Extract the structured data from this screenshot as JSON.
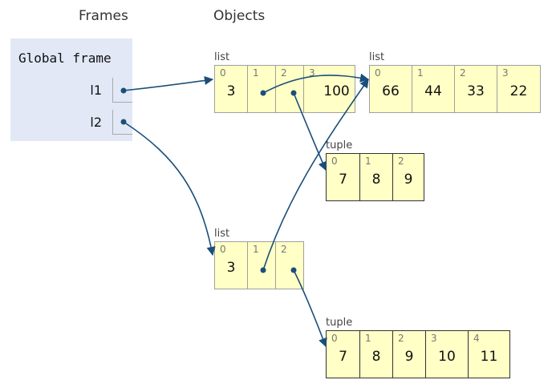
{
  "headers": {
    "frames": "Frames",
    "objects": "Objects"
  },
  "frame": {
    "title": "Global frame",
    "variables": [
      {
        "name": "l1"
      },
      {
        "name": "l2"
      }
    ]
  },
  "objects": [
    {
      "type": "list",
      "cells": [
        {
          "index": "0",
          "value": "3"
        },
        {
          "index": "1",
          "value": ""
        },
        {
          "index": "2",
          "value": ""
        },
        {
          "index": "3",
          "value": "100"
        }
      ]
    },
    {
      "type": "list",
      "cells": [
        {
          "index": "0",
          "value": "66"
        },
        {
          "index": "1",
          "value": "44"
        },
        {
          "index": "2",
          "value": "33"
        },
        {
          "index": "3",
          "value": "22"
        }
      ]
    },
    {
      "type": "tuple",
      "cells": [
        {
          "index": "0",
          "value": "7"
        },
        {
          "index": "1",
          "value": "8"
        },
        {
          "index": "2",
          "value": "9"
        }
      ]
    },
    {
      "type": "list",
      "cells": [
        {
          "index": "0",
          "value": "3"
        },
        {
          "index": "1",
          "value": ""
        },
        {
          "index": "2",
          "value": ""
        }
      ]
    },
    {
      "type": "tuple",
      "cells": [
        {
          "index": "0",
          "value": "7"
        },
        {
          "index": "1",
          "value": "8"
        },
        {
          "index": "2",
          "value": "9"
        },
        {
          "index": "3",
          "value": "10"
        },
        {
          "index": "4",
          "value": "11"
        }
      ]
    }
  ],
  "colors": {
    "arrow": "#1a4f7a",
    "object_fill": "#ffffc6",
    "frame_fill": "#e2e8f5"
  }
}
